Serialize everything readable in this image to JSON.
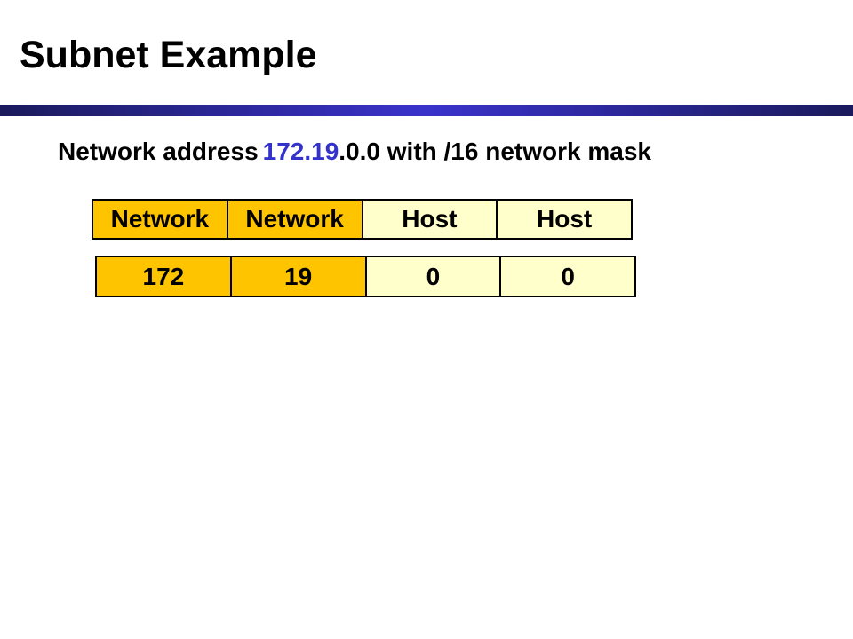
{
  "slide": {
    "title": "Subnet Example",
    "subtitle": {
      "prefix": "Network address",
      "highlight": "172.19",
      "suffix": ".0.0 with /16 network mask"
    },
    "table": {
      "header_row": [
        {
          "label": "Network",
          "type": "network"
        },
        {
          "label": "Network",
          "type": "network"
        },
        {
          "label": "Host",
          "type": "host"
        },
        {
          "label": "Host",
          "type": "host"
        }
      ],
      "value_row": [
        {
          "label": "172",
          "type": "network"
        },
        {
          "label": "19",
          "type": "network"
        },
        {
          "label": "0",
          "type": "host"
        },
        {
          "label": "0",
          "type": "host"
        }
      ]
    },
    "colors": {
      "network_fill": "#FFC400",
      "host_fill": "#FFFFCC",
      "highlight_blue": "#3333CC",
      "divider_dark": "#1A1A5C",
      "divider_bright": "#3A33CB",
      "border": "#000000"
    }
  }
}
